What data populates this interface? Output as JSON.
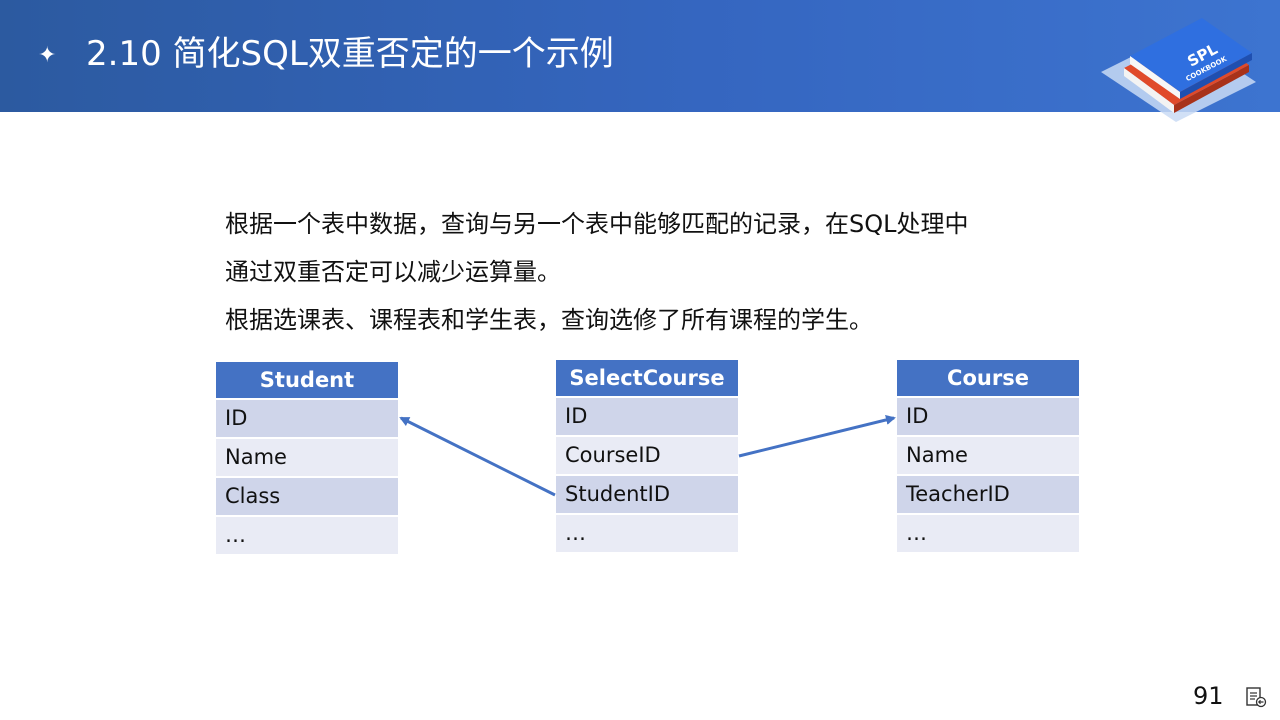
{
  "header": {
    "bullet_icon": "four-point-star-icon",
    "title": "2.10  简化SQL双重否定的一个示例",
    "logo_text": "SPL",
    "logo_subtext": "COOKBOOK"
  },
  "body": {
    "line1": "根据一个表中数据，查询与另一个表中能够匹配的记录，在SQL处理中",
    "line2": "通过双重否定可以减少运算量。",
    "line3": "根据选课表、课程表和学生表，查询选修了所有课程的学生。"
  },
  "tables": {
    "student": {
      "header": "Student",
      "rows": [
        "ID",
        "Name",
        "Class",
        "…"
      ]
    },
    "select_course": {
      "header": "SelectCourse",
      "rows": [
        "ID",
        "CourseID",
        "StudentID",
        "…"
      ]
    },
    "course": {
      "header": "Course",
      "rows": [
        "ID",
        "Name",
        "TeacherID",
        "…"
      ]
    }
  },
  "footer": {
    "page_number": "91",
    "icon": "notes-icon"
  },
  "colors": {
    "header_blue": "#2c5aa0",
    "table_header": "#4472c4",
    "row_odd": "#cfd5ea",
    "row_even": "#e9ebf5",
    "arrow": "#4472c4"
  }
}
